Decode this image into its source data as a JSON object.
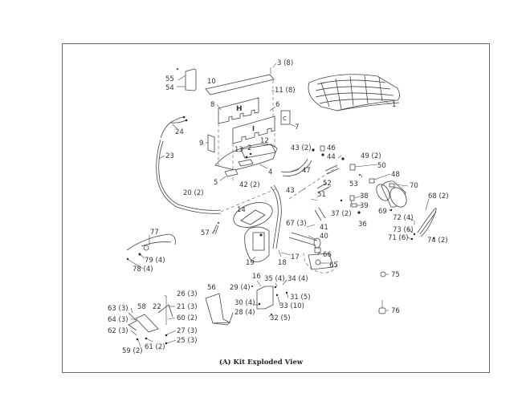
{
  "caption": "(A)  Kit Exploded View",
  "callouts": [
    {
      "id": "c1",
      "text": "1"
    },
    {
      "id": "c2",
      "text": "2"
    },
    {
      "id": "c3",
      "text": "3 (8)"
    },
    {
      "id": "c4",
      "text": "4"
    },
    {
      "id": "c5",
      "text": "5"
    },
    {
      "id": "c6",
      "text": "6"
    },
    {
      "id": "c7",
      "text": "7"
    },
    {
      "id": "c8",
      "text": "8"
    },
    {
      "id": "c9",
      "text": "9"
    },
    {
      "id": "c10",
      "text": "10"
    },
    {
      "id": "c11",
      "text": "11 (8)"
    },
    {
      "id": "c12",
      "text": "12"
    },
    {
      "id": "c13",
      "text": "13"
    },
    {
      "id": "c14",
      "text": "14"
    },
    {
      "id": "c16",
      "text": "16"
    },
    {
      "id": "c17",
      "text": "17"
    },
    {
      "id": "c18",
      "text": "18"
    },
    {
      "id": "c19",
      "text": "19"
    },
    {
      "id": "c20",
      "text": "20 (2)"
    },
    {
      "id": "c21",
      "text": "21 (3)"
    },
    {
      "id": "c22",
      "text": "22"
    },
    {
      "id": "c23",
      "text": "23"
    },
    {
      "id": "c24",
      "text": "24"
    },
    {
      "id": "c25",
      "text": "25 (3)"
    },
    {
      "id": "c26",
      "text": "26 (3)"
    },
    {
      "id": "c27",
      "text": "27 (3)"
    },
    {
      "id": "c28",
      "text": "28 (4)"
    },
    {
      "id": "c29",
      "text": "29 (4)"
    },
    {
      "id": "c30",
      "text": "30 (4)"
    },
    {
      "id": "c31",
      "text": "31 (5)"
    },
    {
      "id": "c32",
      "text": "32 (5)"
    },
    {
      "id": "c33",
      "text": "33 (10)"
    },
    {
      "id": "c34",
      "text": "34 (4)"
    },
    {
      "id": "c35",
      "text": "35 (4)"
    },
    {
      "id": "c36",
      "text": "36"
    },
    {
      "id": "c37",
      "text": "37 (2)"
    },
    {
      "id": "c38",
      "text": "38"
    },
    {
      "id": "c39",
      "text": "39"
    },
    {
      "id": "c40",
      "text": "40"
    },
    {
      "id": "c41",
      "text": "41"
    },
    {
      "id": "c42",
      "text": "42 (2)"
    },
    {
      "id": "c43",
      "text": "43"
    },
    {
      "id": "c43b",
      "text": "43 (2)"
    },
    {
      "id": "c44",
      "text": "44"
    },
    {
      "id": "c46",
      "text": "46"
    },
    {
      "id": "c47",
      "text": "47"
    },
    {
      "id": "c48",
      "text": "48"
    },
    {
      "id": "c49",
      "text": "49 (2)"
    },
    {
      "id": "c50",
      "text": "50"
    },
    {
      "id": "c51",
      "text": "51"
    },
    {
      "id": "c52",
      "text": "52"
    },
    {
      "id": "c53",
      "text": "53"
    },
    {
      "id": "c54",
      "text": "54"
    },
    {
      "id": "c55",
      "text": "55"
    },
    {
      "id": "c56",
      "text": "56"
    },
    {
      "id": "c57",
      "text": "57"
    },
    {
      "id": "c58",
      "text": "58"
    },
    {
      "id": "c59",
      "text": "59 (2)"
    },
    {
      "id": "c60",
      "text": "60 (2)"
    },
    {
      "id": "c61",
      "text": "61 (2)"
    },
    {
      "id": "c62",
      "text": "62 (3)"
    },
    {
      "id": "c63",
      "text": "63 (3)"
    },
    {
      "id": "c64",
      "text": "64 (3)"
    },
    {
      "id": "c65",
      "text": "65"
    },
    {
      "id": "c66",
      "text": "66"
    },
    {
      "id": "c67",
      "text": "67 (3)"
    },
    {
      "id": "c68",
      "text": "68 (2)"
    },
    {
      "id": "c69",
      "text": "69"
    },
    {
      "id": "c70",
      "text": "70"
    },
    {
      "id": "c71",
      "text": "71 (6)"
    },
    {
      "id": "c72",
      "text": "72 (4)"
    },
    {
      "id": "c73",
      "text": "73 (6)"
    },
    {
      "id": "c74",
      "text": "74 (2)"
    },
    {
      "id": "c75",
      "text": "75"
    },
    {
      "id": "c76",
      "text": "76"
    },
    {
      "id": "c77",
      "text": "77"
    },
    {
      "id": "c78",
      "text": "78 (4)"
    },
    {
      "id": "c79",
      "text": "79 (4)"
    }
  ]
}
